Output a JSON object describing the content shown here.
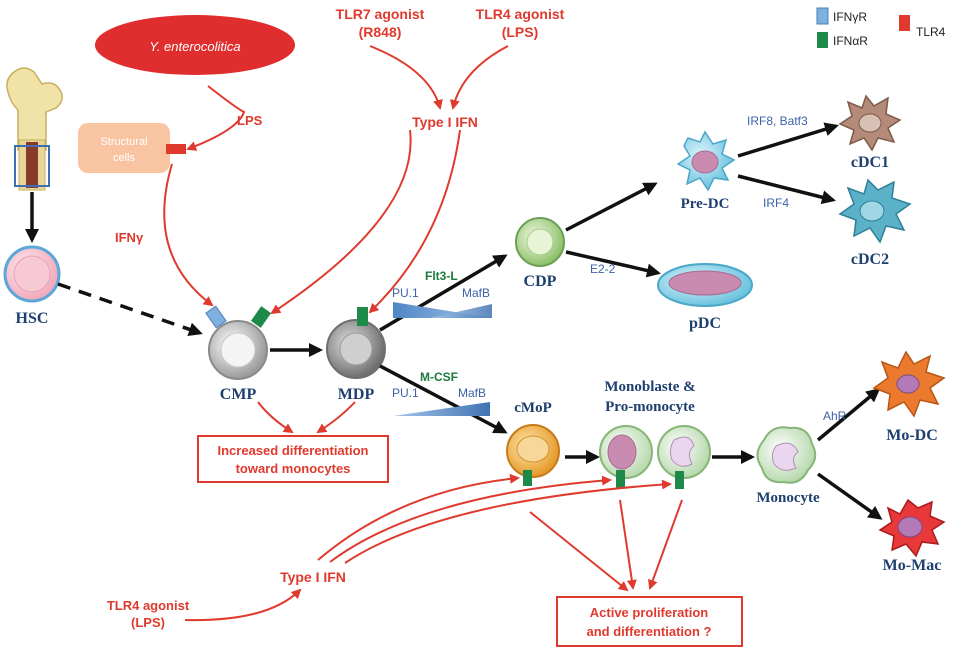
{
  "legend": {
    "ifngr": "IFNγR",
    "ifnar": "IFNαR",
    "tlr4": "TLR4"
  },
  "pathogen": "Y. enterocolitica",
  "structural_cells": [
    "Structural",
    "cells"
  ],
  "signals": {
    "lps": "LPS",
    "ifng": "IFNγ",
    "tlr7_agonist": [
      "TLR7 agonist",
      "(R848)"
    ],
    "tlr4_agonist_top": [
      "TLR4 agonist",
      "(LPS)"
    ],
    "type1_ifn_top": "Type I IFN",
    "type1_ifn_bottom": "Type I IFN",
    "tlr4_agonist_bottom": [
      "TLR4 agonist",
      "(LPS)"
    ]
  },
  "cells": {
    "hsc": "HSC",
    "cmp": "CMP",
    "mdp": "MDP",
    "cdp": "CDP",
    "pre_dc": "Pre-DC",
    "pdc": "pDC",
    "cdc1": "cDC1",
    "cdc2": "cDC2",
    "cmop": "cMoP",
    "monoblast": [
      "Monoblaste &",
      "Pro-monocyte"
    ],
    "monocyte": "Monocyte",
    "mo_dc": "Mo-DC",
    "mo_mac": "Mo-Mac"
  },
  "factors": {
    "flt3l": "Flt3-L",
    "mcsf": "M-CSF",
    "pu1_top": "PU.1",
    "mafb_top": "MafB",
    "pu1_bottom": "PU.1",
    "mafb_bottom": "MafB",
    "e22": "E2-2",
    "irf8_batf3": "IRF8, Batf3",
    "irf4": "IRF4",
    "ahr": "AhR"
  },
  "boxes": {
    "increased": [
      "Increased differentiation",
      "toward monocytes"
    ],
    "active": [
      "Active proliferation",
      "and differentiation ?"
    ]
  },
  "colors": {
    "red": "#e03a2e",
    "navy": "#1f3f6e",
    "ifngr_blue": "#7fb0e0",
    "ifnar_green": "#1e8a4a"
  }
}
